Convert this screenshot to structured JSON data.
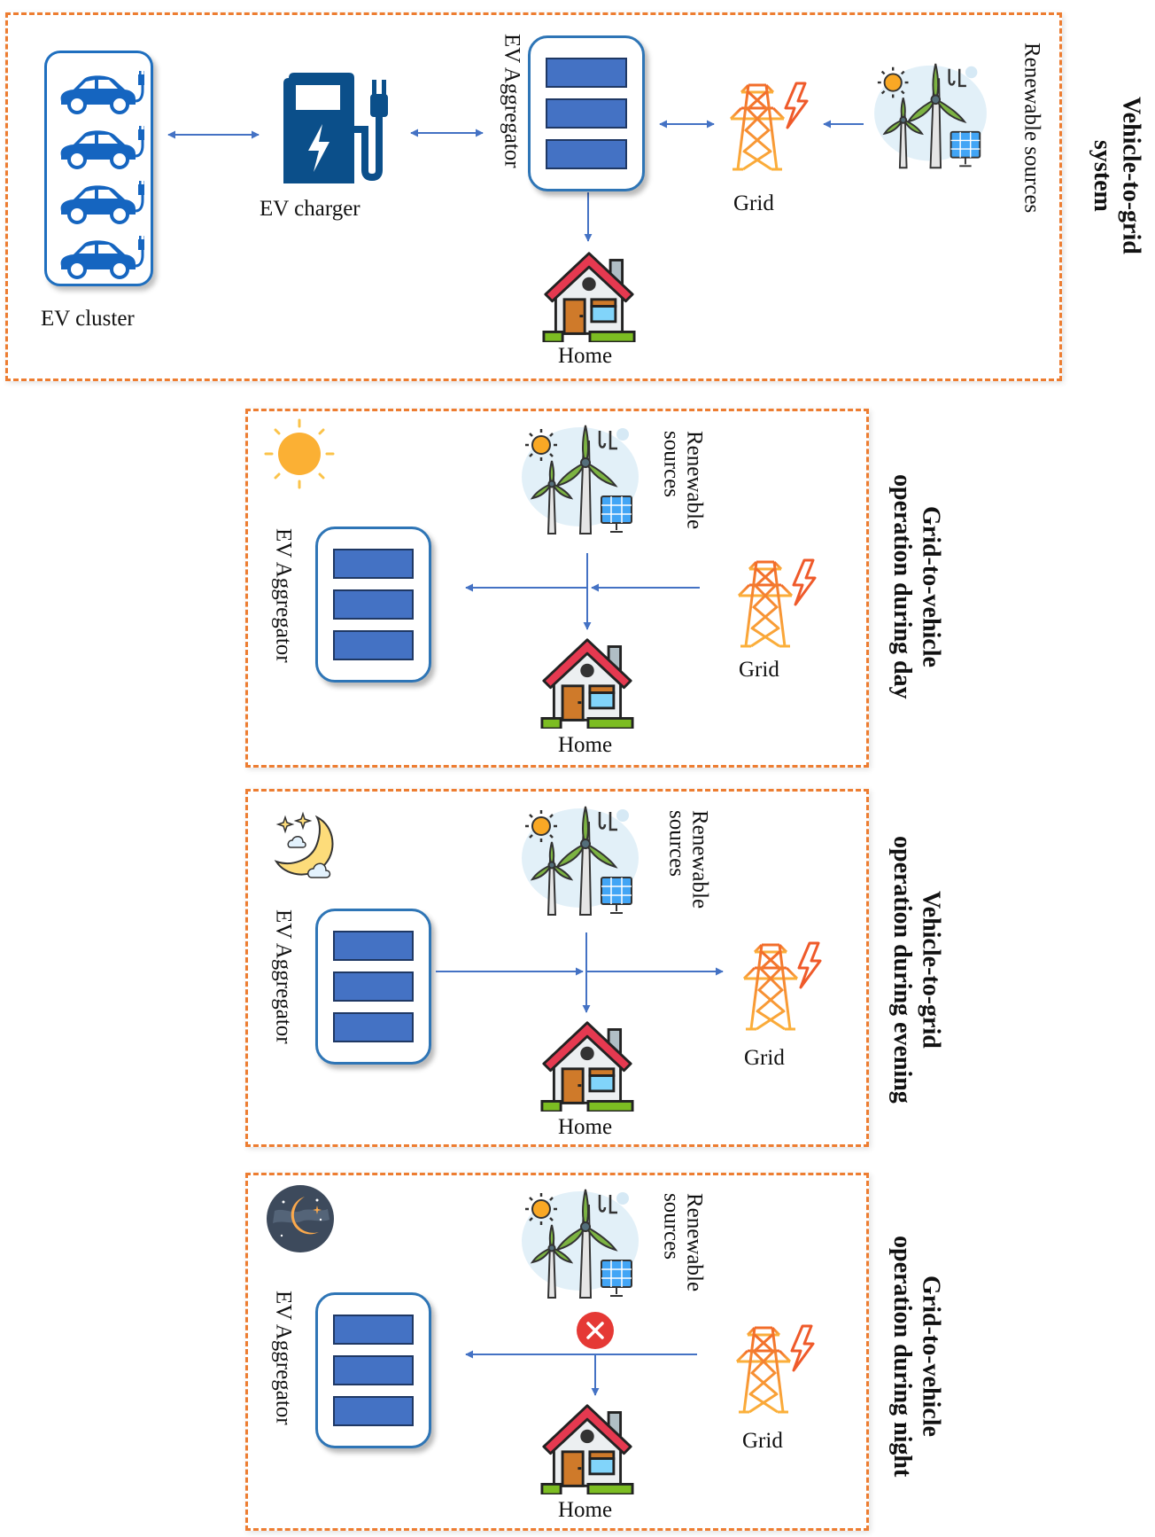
{
  "panels": [
    {
      "id": "v2g-system",
      "title_line1": "Vehicle-to-grid",
      "title_line2": "system",
      "labels": {
        "ev_cluster": "EV cluster",
        "ev_charger": "EV charger",
        "aggregator": "EV Aggregator",
        "grid": "Grid",
        "renewables": "Renewable sources",
        "home": "Home"
      },
      "flows": [
        "EV cluster <-> EV charger",
        "EV charger <-> EV Aggregator",
        "EV Aggregator <-> Grid",
        "Renewable sources -> Grid",
        "EV Aggregator -> Home"
      ]
    },
    {
      "id": "g2v-day",
      "title_line1": "Grid-to-vehicle",
      "title_line2": "operation during day",
      "time_icon": "sun-icon",
      "labels": {
        "aggregator": "EV Aggregator",
        "renewables_line1": "Renewable",
        "renewables_line2": "sources",
        "grid": "Grid",
        "home": "Home"
      },
      "flows": [
        "Grid -> EV Aggregator",
        "Renewable sources -> EV Aggregator",
        "Renewable sources -> Home"
      ]
    },
    {
      "id": "v2g-evening",
      "title_line1": "Vehicle-to-grid",
      "title_line2": "operation  during evening",
      "time_icon": "moon-clouds-icon",
      "labels": {
        "aggregator": "EV Aggregator",
        "renewables_line1": "Renewable",
        "renewables_line2": "sources",
        "grid": "Grid",
        "home": "Home"
      },
      "flows": [
        "EV Aggregator -> Grid",
        "EV Aggregator -> Home",
        "Renewable sources -> Home"
      ]
    },
    {
      "id": "g2v-night",
      "title_line1": "Grid-to-vehicle",
      "title_line2": "operation during night",
      "time_icon": "night-moon-icon",
      "labels": {
        "aggregator": "EV Aggregator",
        "renewables_line1": "Renewable",
        "renewables_line2": "sources",
        "grid": "Grid",
        "home": "Home"
      },
      "renewables_blocked": true,
      "flows": [
        "Grid -> EV Aggregator",
        "Grid -> Home"
      ]
    }
  ],
  "colors": {
    "border_dashed": "#ed7d31",
    "arrow": "#4472c4",
    "aggregator_bar": "#4472c4",
    "aggregator_bar_border": "#1f3864",
    "box_border": "#2e75b6",
    "ev_blue": "#1565c0",
    "charger_blue": "#0b4f8a",
    "grid_orange": "#f5a623",
    "bolt_red": "#ef5a2a",
    "blocked_red": "#e53935"
  }
}
